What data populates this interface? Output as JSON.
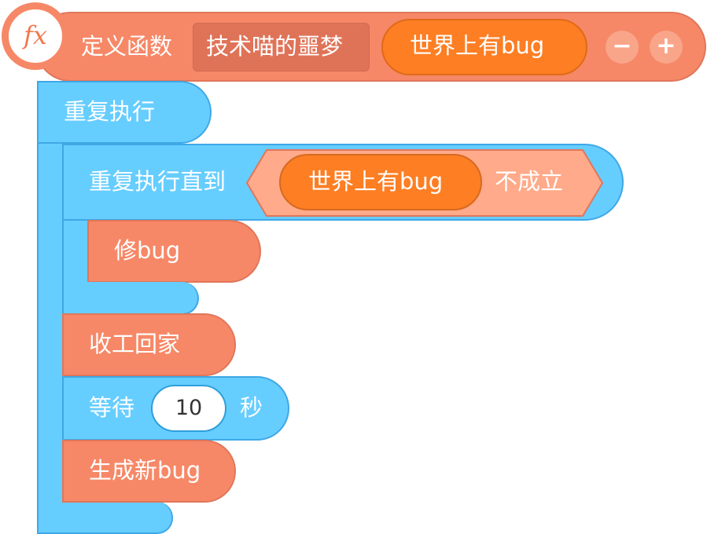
{
  "function_block": {
    "icon": "fx-icon",
    "label": "定义函数",
    "name": "技术喵的噩梦",
    "param": "世界上有bug",
    "remove_param_symbol": "−",
    "add_param_symbol": "+"
  },
  "repeat_block": {
    "label": "重复执行"
  },
  "repeat_until_block": {
    "label": "重复执行直到",
    "condition": {
      "variable": "世界上有bug",
      "operator": "不成立"
    }
  },
  "statements": {
    "fix_bug": "修bug",
    "go_home": "收工回家",
    "wait_prefix": "等待",
    "wait_value": "10",
    "wait_suffix": "秒",
    "new_bug": "生成新bug"
  },
  "colors": {
    "function": "#f68867",
    "param": "#fd7e23",
    "control": "#66cdff",
    "operator": "#ffaa8a"
  }
}
